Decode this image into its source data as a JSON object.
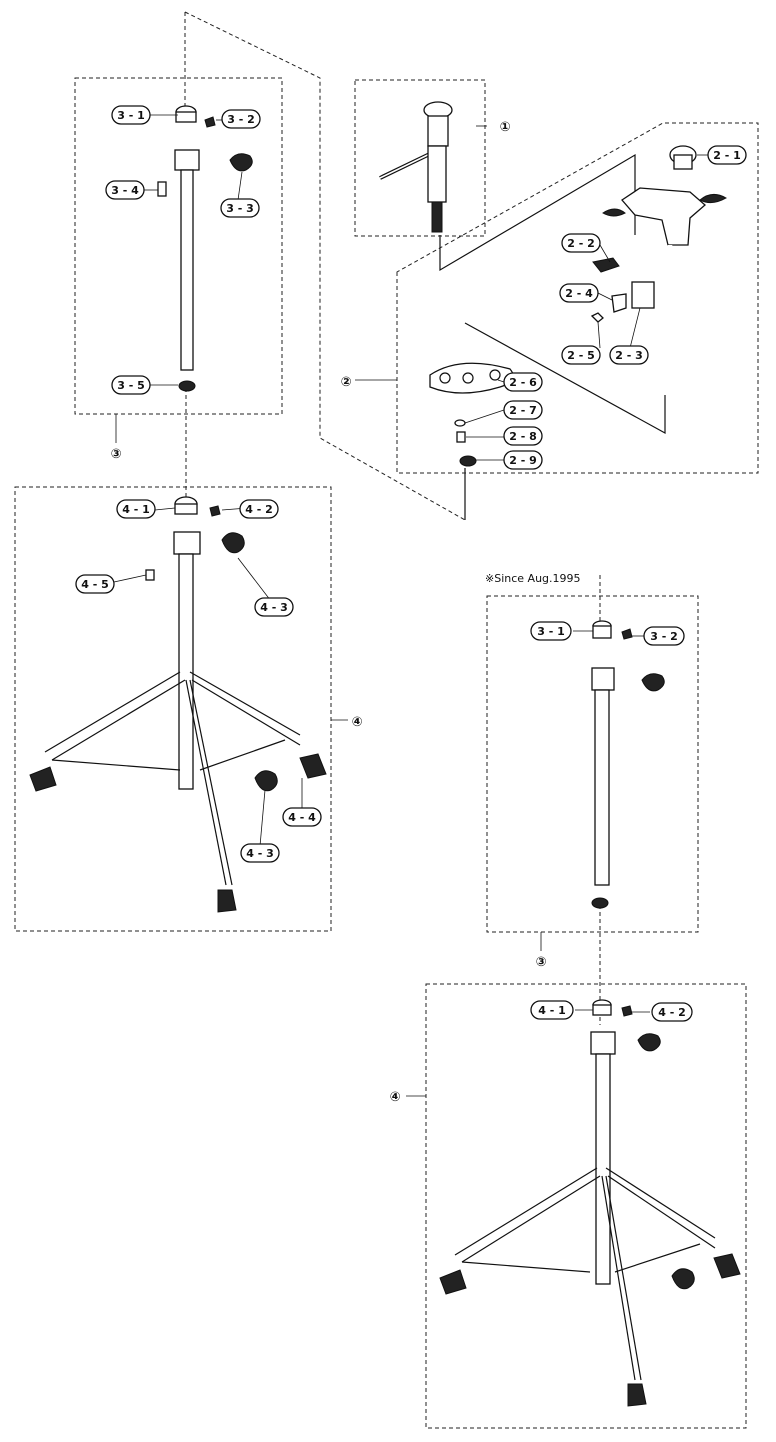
{
  "note": "※Since Aug.1995",
  "labels": {
    "p3_1": "3 - 1",
    "p3_2": "3 - 2",
    "p3_3": "3 - 3",
    "p3_4": "3 - 4",
    "p3_5": "3 - 5",
    "p2_1": "2 - 1",
    "p2_2": "2 - 2",
    "p2_3": "2 - 3",
    "p2_4": "2 - 4",
    "p2_5": "2 - 5",
    "p2_6": "2 - 6",
    "p2_7": "2 - 7",
    "p2_8": "2 - 8",
    "p2_9": "2 - 9",
    "p4_1": "4 - 1",
    "p4_2": "4 - 2",
    "p4_3": "4 - 3",
    "p4_4": "4 - 4",
    "p4_5": "4 - 5",
    "p4_3b": "4 - 3",
    "q3_1": "3 - 1",
    "q3_2": "3 - 2",
    "q4_1": "4 - 1",
    "q4_2": "4 - 2"
  },
  "groups": {
    "g1": "①",
    "g2": "②",
    "g3": "③",
    "g4": "④",
    "g3b": "③",
    "g4b": "④"
  }
}
